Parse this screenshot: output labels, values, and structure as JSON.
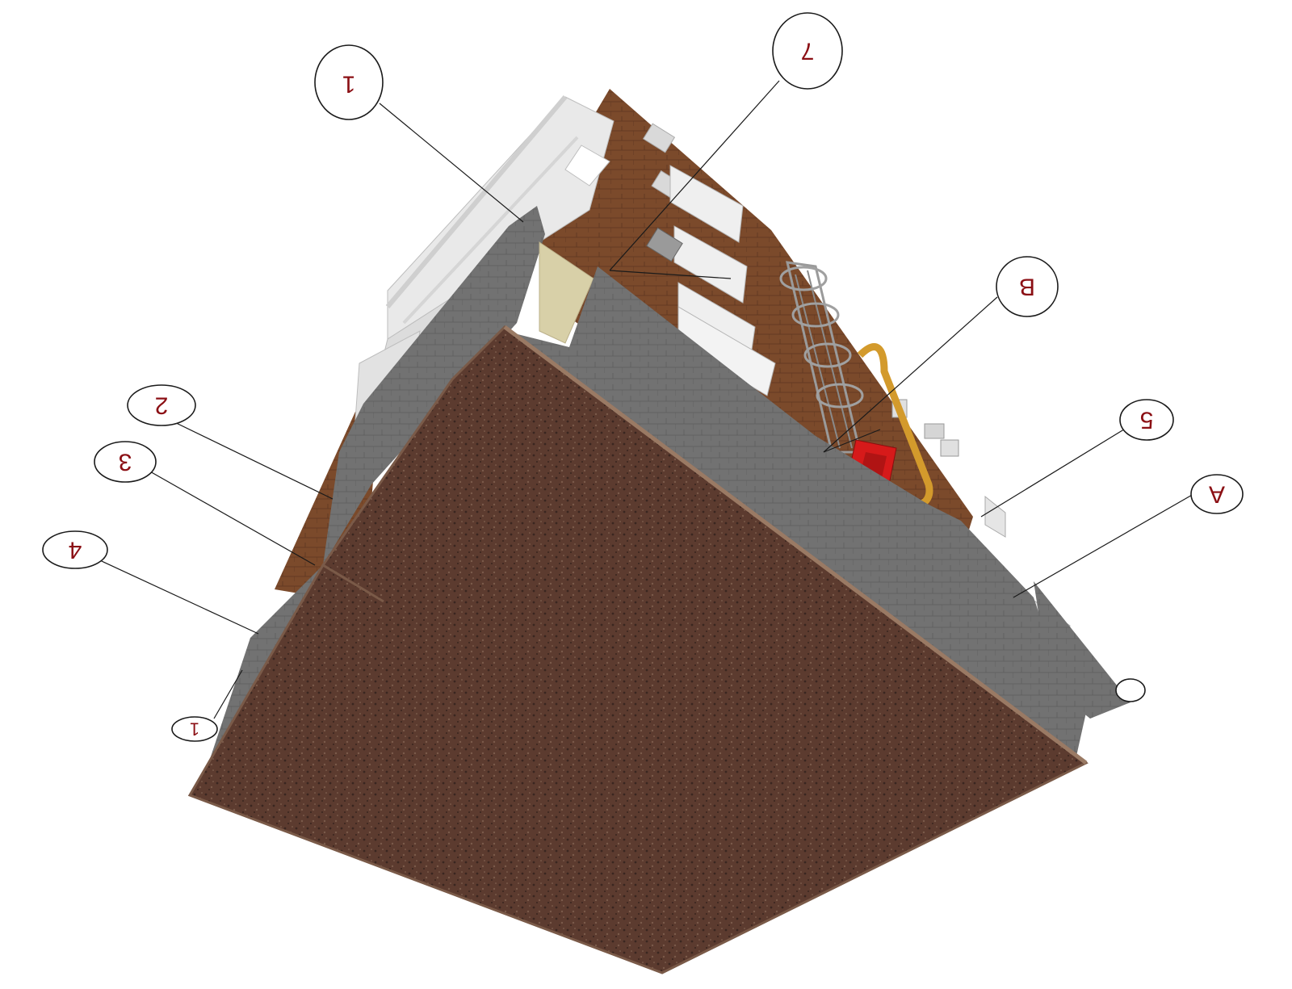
{
  "callouts": [
    {
      "id": "c1",
      "label": "1"
    },
    {
      "id": "c7",
      "label": "7"
    },
    {
      "id": "cB",
      "label": "B"
    },
    {
      "id": "c5",
      "label": "5"
    },
    {
      "id": "cA",
      "label": "A"
    },
    {
      "id": "c2",
      "label": "2"
    },
    {
      "id": "c3",
      "label": "3"
    },
    {
      "id": "c4",
      "label": "4"
    },
    {
      "id": "c1b",
      "label": "1"
    }
  ],
  "colors": {
    "brick": "#7a4a2c",
    "concrete": "#6f6f6f",
    "granite": "#5a3a2e",
    "balcony": "#e6e6e6",
    "hydrant_box": "#d61a1a",
    "gas_pipe": "#d39a2c",
    "label_text": "#8b0f14"
  }
}
